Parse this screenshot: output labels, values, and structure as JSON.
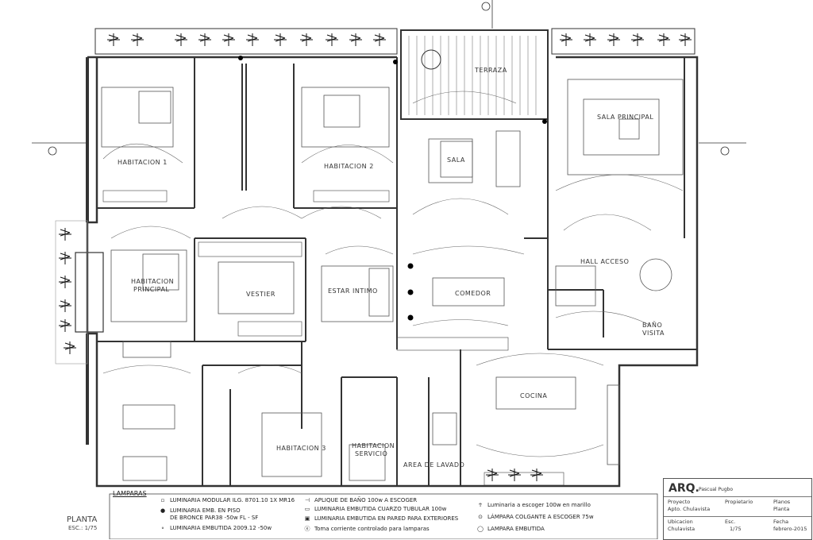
{
  "rooms": {
    "terraza": "TERRAZA",
    "sala_principal": "SALA PRINCIPAL",
    "habitacion1": "HABITACION 1",
    "habitacion2": "HABITACION 2",
    "sala": "SALA",
    "hall_acceso": "HALL ACCESO",
    "habitacion_principal_1": "HABITACION",
    "habitacion_principal_2": "PRINCIPAL",
    "vestier": "VESTIER",
    "estar_intimo": "ESTAR INTIMO",
    "comedor": "COMEDOR",
    "bano_visita_1": "BAÑO",
    "bano_visita_2": "VISITA",
    "cocina": "COCINA",
    "habitacion3": "HABITACION 3",
    "habitacion_servicio_1": "HABITACION",
    "habitacion_servicio_2": "SERVICIO",
    "area_lavado": "AREA DE LAVADO"
  },
  "legend": {
    "title": "LAMPARAS",
    "items": [
      {
        "symbol": "▫",
        "text": "LUMINARIA MODULAR ILG. 8701.10 1X MR16"
      },
      {
        "symbol": "●",
        "text": "LUMINARIA EMB. EN PISO"
      },
      {
        "symbol": "",
        "text": "DE BRONCE PAR38 -50w FL - SF"
      },
      {
        "symbol": "∘",
        "text": "LUMINARIA EMBUTIDA 2009.12 -50w"
      },
      {
        "symbol": "⊣",
        "text": "APLIQUE DE BAÑO 100w A ESCOGER"
      },
      {
        "symbol": "▭",
        "text": "LUMINARIA EMBUTIDA CUARZO TUBULAR 100w"
      },
      {
        "symbol": "▣",
        "text": "LUMINARIA EMBUTIDA EN PARED PARA EXTERIORES"
      },
      {
        "symbol": "ⓔ",
        "text": "Toma corriente controlado para lamparas"
      },
      {
        "symbol": "☥",
        "text": "Luminaria a escoger 100w en marillo"
      },
      {
        "symbol": "⊙",
        "text": "LÁMPARA COLGANTE A ESCOGER 75w"
      },
      {
        "symbol": "◯",
        "text": "LAMPARA EMBUTIDA"
      }
    ]
  },
  "plan_title": "PLANTA",
  "plan_scale": "ESC.: 1/75",
  "title_block": {
    "brand": "ARQ.",
    "author": "Pascual Pugbo",
    "proyecto_label": "Proyecto",
    "proyecto_value": "Apto. Chulavista",
    "propietario_label": "Propietario",
    "planos_label": "Planos",
    "planos_value": "Planta",
    "ubicacion_label": "Ubicacion",
    "ubicacion_value": "Chulavista",
    "esc_label": "Esc.",
    "esc_value": "1/75",
    "fecha_label": "Fecha",
    "fecha_value": "febrero-2015"
  }
}
